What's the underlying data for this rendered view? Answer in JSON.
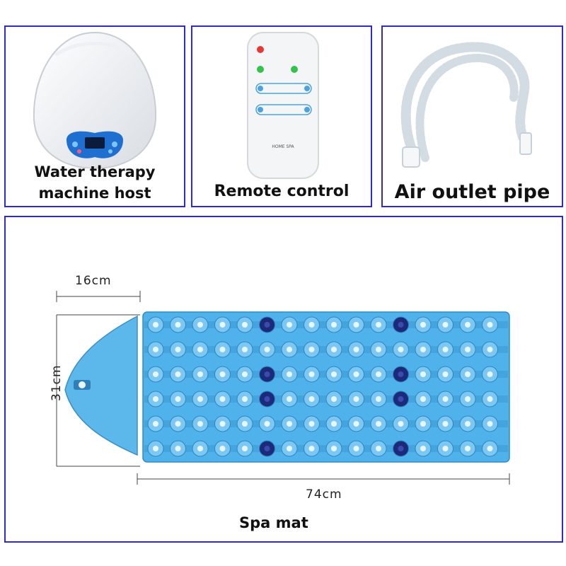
{
  "products": {
    "host": {
      "caption_line1": "Water therapy",
      "caption_line2": "machine host"
    },
    "remote": {
      "caption": "Remote control",
      "label": "HOME SPA"
    },
    "pipe": {
      "caption": "Air outlet pipe"
    },
    "mat": {
      "caption": "Spa mat",
      "width_label": "16cm",
      "height_label": "31cm",
      "length_label": "74cm"
    }
  },
  "colors": {
    "panel_border": "#2b2bd0",
    "mat_blue": "#4fb2ea",
    "mat_dark_dot": "#1d2a7a"
  },
  "icons": [
    "water-therapy-machine-icon",
    "remote-control-icon",
    "air-outlet-pipe-icon",
    "spa-mat-illustration"
  ]
}
